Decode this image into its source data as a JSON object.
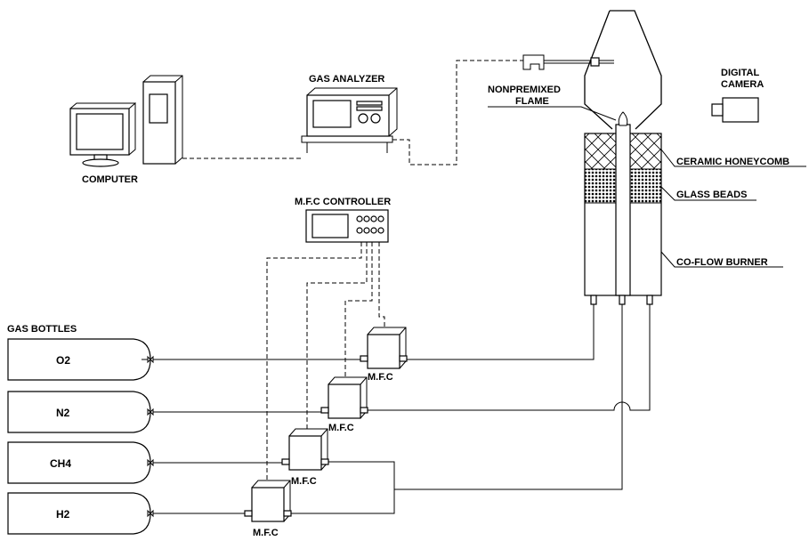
{
  "labels": {
    "computer": "COMPUTER",
    "gas_analyzer": "GAS ANALYZER",
    "digital_camera_line1": "DIGITAL",
    "digital_camera_line2": "CAMERA",
    "nonpremixed_line1": "NONPREMIXED",
    "nonpremixed_line2": "FLAME",
    "ceramic_honeycomb": "CERAMIC HONEYCOMB",
    "glass_beads": "GLASS BEADS",
    "co_flow_burner": "CO-FLOW BURNER",
    "mfc_controller": "M.F.C CONTROLLER",
    "gas_bottles": "GAS BOTTLES",
    "mfc": "M.F.C"
  },
  "gases": [
    "O2",
    "N2",
    "CH4",
    "H2"
  ]
}
